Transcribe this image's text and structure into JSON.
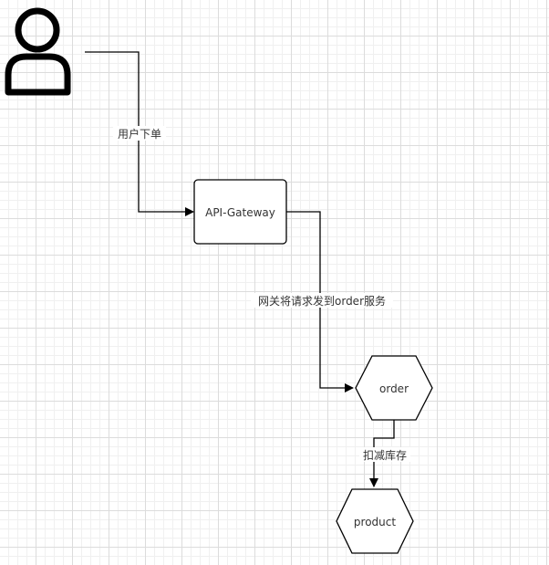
{
  "nodes": {
    "user": {
      "icon": "user-icon"
    },
    "gateway": {
      "label": "API-Gateway"
    },
    "order": {
      "label": "order"
    },
    "product": {
      "label": "product"
    }
  },
  "edges": {
    "user_to_gateway": {
      "label": "用户下单"
    },
    "gateway_to_order": {
      "label": "网关将请求发到order服务"
    },
    "order_to_product": {
      "label": "扣减库存"
    }
  },
  "colors": {
    "stroke": "#000000",
    "text": "#333333",
    "grid_major": "#dcdcdc",
    "grid_minor": "#f0f0f0"
  }
}
